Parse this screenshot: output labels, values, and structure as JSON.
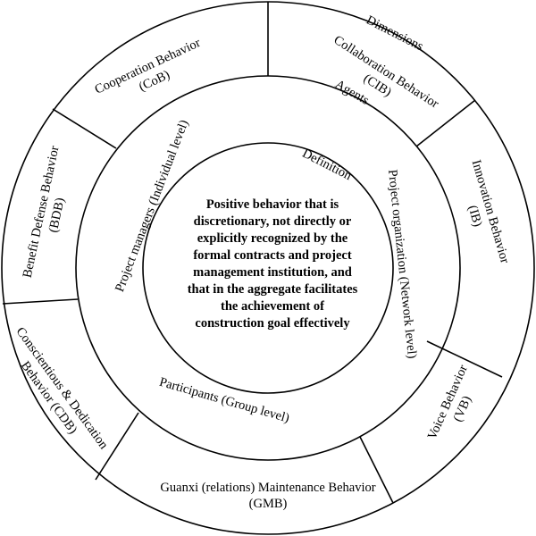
{
  "definition": {
    "title": "Definition",
    "text": [
      "Positive behavior that is",
      "discretionary, not directly or",
      "explicitly recognized by the",
      "formal contracts and project",
      "management institution, and",
      "that in the aggregate facilitates",
      "the achievement of",
      "construction goal effectively"
    ]
  },
  "agents": {
    "title": "Agents",
    "individual": "Project managers (Individual level)",
    "network": "Project organization (Network level)",
    "group": "Participants (Group level)"
  },
  "dimensions": {
    "title": "Dimensions",
    "items": [
      {
        "name": "Collaboration Behavior",
        "abbr": "(CIB)"
      },
      {
        "name": "Innovation Behavior",
        "abbr": "(IB)"
      },
      {
        "name": "Voice Behavior",
        "abbr": "(VB)"
      },
      {
        "name": "Guanxi (relations) Maintenance Behavior",
        "abbr": "(GMB)"
      },
      {
        "name": "Conscientious & Dedication",
        "abbr": "Behavior (CDB)"
      },
      {
        "name": "Benefit Defense Behavior",
        "abbr": "(BDB)"
      },
      {
        "name": "Cooperation Behavior",
        "abbr": "(CoB)"
      }
    ]
  }
}
